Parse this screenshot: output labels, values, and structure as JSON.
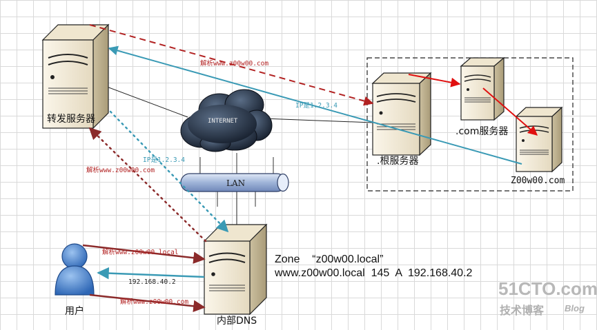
{
  "nodes": {
    "forwarder": "转发服务器",
    "root": ".根服务器",
    "com": ".com服务器",
    "z00w00": "Z00w00.com",
    "internal_dns": "内部DNS",
    "user": "用户",
    "internet": "INTERNET",
    "lan": "LAN"
  },
  "edges": {
    "forwarder_to_root": "解析www.z00w00.com",
    "z00w00_to_forwarder": "IP是1.2.3.4",
    "forwarder_to_dns": "IP是1.2.3.4",
    "dns_to_forwarder": "解析www.z00w00.com",
    "user_to_dns_1": "解析www.z00w00.local",
    "dns_to_user": "192.168.40.2",
    "user_to_dns_2": "解析www.z00w00.com"
  },
  "zone": {
    "title": "Zone    “z00w00.local”",
    "record": "www.z00w00.local  145  A  192.168.40.2"
  },
  "watermark": {
    "brand": "51CTO.com",
    "tagline": "技术博客",
    "blog": "Blog"
  },
  "colors": {
    "red": "#b22222",
    "bright_red": "#e01010",
    "teal": "#3a9ab5",
    "maroon": "#8b2a2a"
  }
}
